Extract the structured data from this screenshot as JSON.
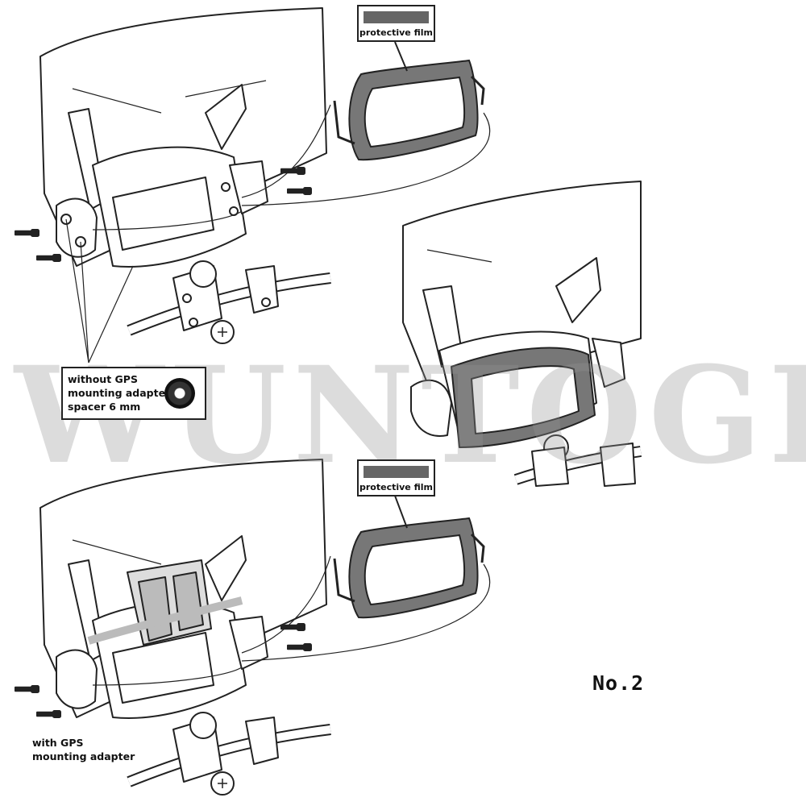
{
  "watermark": "WUNTOGI",
  "labels": {
    "protective_film_top": "protective film",
    "protective_film_bottom": "protective film",
    "spacer_note": [
      "without GPS",
      "mounting adapter",
      "spacer 6 mm"
    ],
    "gps_note": [
      "with GPS",
      "mounting adapter"
    ],
    "model": "No.2"
  },
  "colors": {
    "line": "#222222",
    "frame_fill": "#777777",
    "film_swatch": "#666666"
  }
}
